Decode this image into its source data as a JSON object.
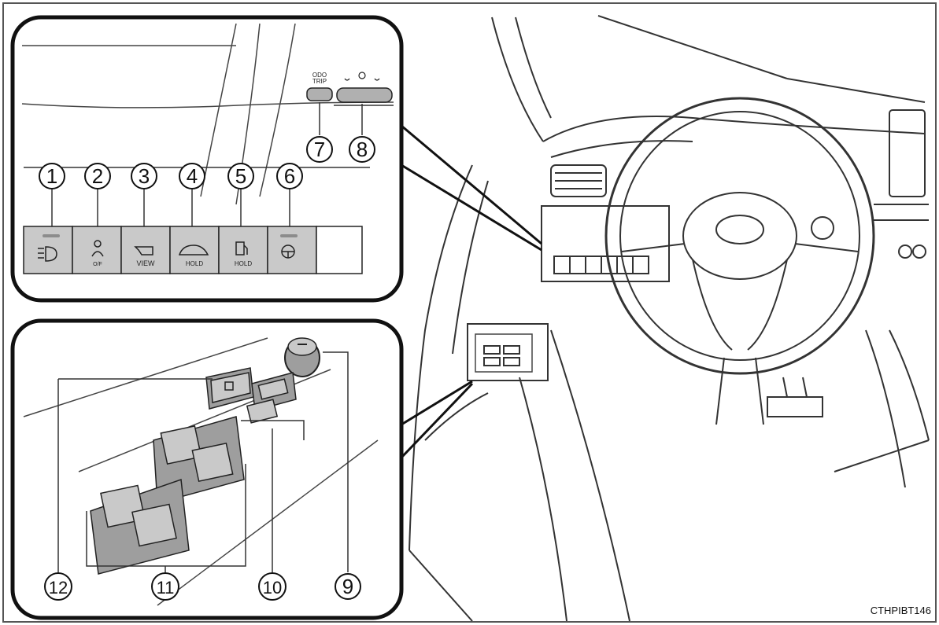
{
  "figure": {
    "code": "CTHPIBT146",
    "odo_label_line1": "ODO",
    "odo_label_line2": "TRIP"
  },
  "callouts": [
    "1",
    "2",
    "3",
    "4",
    "5",
    "6",
    "7",
    "8",
    "9",
    "10",
    "11",
    "12"
  ],
  "switch_labels": {
    "s2": "O/F",
    "s3": "VIEW",
    "s4": "HOLD",
    "s5": "HOLD"
  },
  "colors": {
    "panel_border": "#1a1a1a",
    "switch_fill": "#c9c9c9",
    "switch_dark": "#9a9a9a",
    "line": "#333333"
  },
  "icons": [
    "headlight-leveling-icon",
    "driver-occupant-icon",
    "camera-view-icon",
    "car-hold-icon",
    "fuel-door-icon",
    "steering-heater-icon",
    "gauge-adjust-icon",
    "mirror-knob-icon",
    "window-lock-icon"
  ]
}
